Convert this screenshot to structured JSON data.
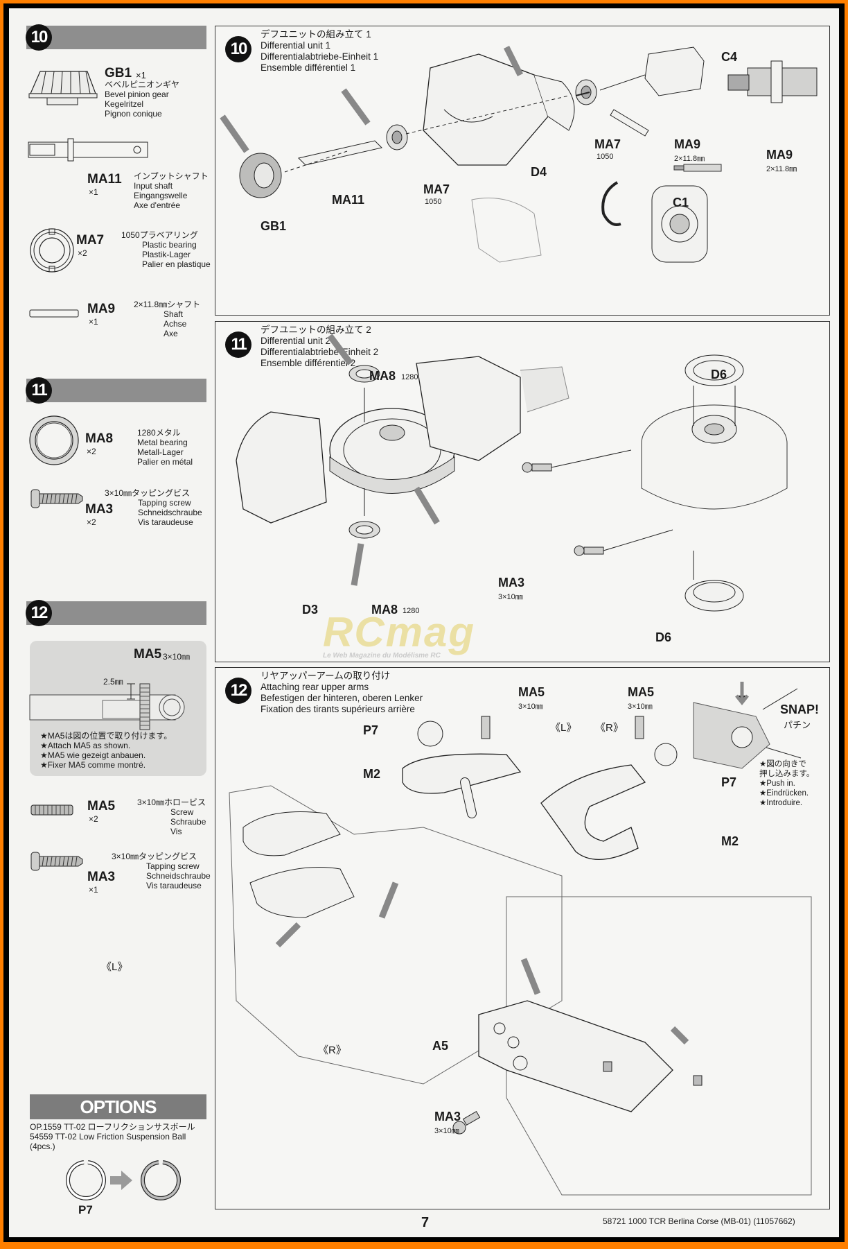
{
  "colors": {
    "outer_border": "#ff7f00",
    "inner_border": "#000000",
    "header_bar": "#8e8e8e",
    "step_circle": "#111111",
    "watermark": "#e8d98a"
  },
  "sidebar": {
    "step10": {
      "number": "10",
      "parts": [
        {
          "code": "GB1",
          "qty": "×1",
          "names": [
            "ベベルピニオンギヤ",
            "Bevel pinion gear",
            "Kegelritzel",
            "Pignon conique"
          ]
        },
        {
          "code": "MA11",
          "qty": "×1",
          "names": [
            "インプットシャフト",
            "Input shaft",
            "Eingangswelle",
            "Axe d'entrée"
          ]
        },
        {
          "code": "MA7",
          "qty": "×2",
          "names": [
            "1050プラベアリング",
            "Plastic bearing",
            "Plastik-Lager",
            "Palier en plastique"
          ]
        },
        {
          "code": "MA9",
          "qty": "×1",
          "names": [
            "2×11.8㎜シャフト",
            "Shaft",
            "Achse",
            "Axe"
          ]
        }
      ]
    },
    "step11": {
      "number": "11",
      "parts": [
        {
          "code": "MA8",
          "qty": "×2",
          "names": [
            "1280メタル",
            "Metal bearing",
            "Metall-Lager",
            "Palier en métal"
          ]
        },
        {
          "code": "MA3",
          "qty": "×2",
          "names": [
            "3×10㎜タッピングビス",
            "Tapping screw",
            "Schneidschraube",
            "Vis taraudeuse"
          ]
        }
      ]
    },
    "step12": {
      "number": "12",
      "callout": {
        "part": "MA5",
        "size": "3×10㎜",
        "dimension": "2.5㎜",
        "notes": [
          "★MA5は図の位置で取り付けます。",
          "★Attach MA5 as shown.",
          "★MA5 wie gezeigt anbauen.",
          "★Fixer MA5 comme montré."
        ]
      },
      "parts": [
        {
          "code": "MA5",
          "qty": "×2",
          "names": [
            "3×10㎜ホロービス",
            "Screw",
            "Schraube",
            "Vis"
          ]
        },
        {
          "code": "MA3",
          "qty": "×1",
          "names": [
            "3×10㎜タッピングビス",
            "Tapping screw",
            "Schneidschraube",
            "Vis taraudeuse"
          ]
        }
      ]
    },
    "options": {
      "title": "OPTIONS",
      "lines": [
        "OP.1559 TT-02 ローフリクションサスボール",
        "54559 TT-02 Low Friction Suspension Ball",
        "(4pcs.)"
      ],
      "part": "P7"
    }
  },
  "steps": [
    {
      "number": "10",
      "titles": [
        "デフユニットの組み立て 1",
        "Differential unit 1",
        "Differentialabtriebe-Einheit 1",
        "Ensemble différentiel 1"
      ],
      "labels": {
        "c4": "C4",
        "ma7a": "MA7",
        "ma7a_sub": "1050",
        "ma9a": "MA9",
        "ma9a_sub": "2×11.8㎜",
        "ma9b": "MA9",
        "ma9b_sub": "2×11.8㎜",
        "ma7b": "MA7",
        "ma7b_sub": "1050",
        "d4": "D4",
        "ma11": "MA11",
        "gb1": "GB1",
        "c1": "C1"
      }
    },
    {
      "number": "11",
      "titles": [
        "デフユニットの組み立て 2",
        "Differential unit 2",
        "Differentialabtriebe-Einheit 2",
        "Ensemble différentiel 2"
      ],
      "labels": {
        "ma8a": "MA8",
        "ma8a_sub": "1280",
        "d6a": "D6",
        "ma3": "MA3",
        "ma3_sub": "3×10㎜",
        "d3": "D3",
        "ma8b": "MA8",
        "ma8b_sub": "1280",
        "d6b": "D6"
      }
    },
    {
      "number": "12",
      "titles": [
        "リヤアッパーアームの取り付け",
        "Attaching rear upper arms",
        "Befestigen der hinteren, oberen Lenker",
        "Fixation des tirants supérieurs arrière"
      ],
      "labels": {
        "p7a": "P7",
        "m2a": "M2",
        "ma5a": "MA5",
        "ma5a_sub": "3×10㎜",
        "left": "《L》",
        "right": "《R》",
        "ma5b": "MA5",
        "ma5b_sub": "3×10㎜",
        "p7b": "P7",
        "m2b": "M2",
        "snap": "SNAP!",
        "snap_jp": "パチン",
        "push_notes": [
          "★図の向きで",
          "押し込みます。",
          "★Push in.",
          "★Eindrücken.",
          "★Introduire."
        ],
        "left2": "《L》",
        "right2": "《R》",
        "a5": "A5",
        "ma3": "MA3",
        "ma3_sub": "3×10㎜"
      }
    }
  ],
  "watermark": {
    "logo": "RCmag",
    "tagline": "Le Web Magazine du Modélisme RC"
  },
  "footer": {
    "page_number": "7",
    "product": "58721 1000 TCR Berlina Corse (MB-01) (11057662)"
  }
}
